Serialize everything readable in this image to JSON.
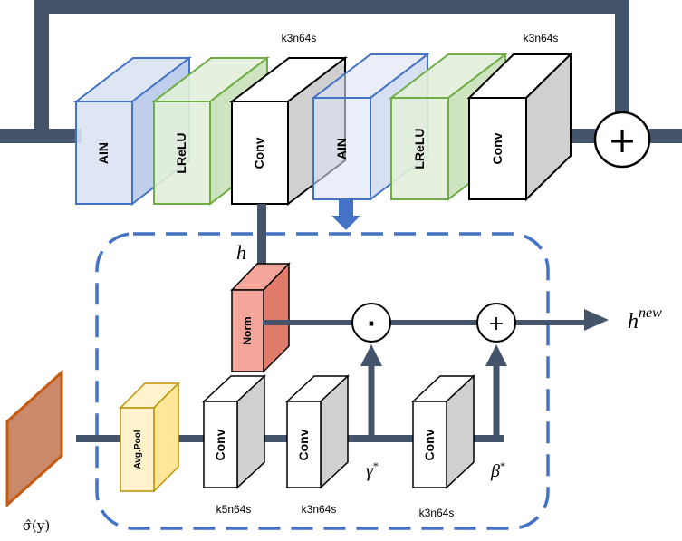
{
  "top_blocks": {
    "ain1": "AIN",
    "lrelu1": "LReLU",
    "conv1": "Conv",
    "ain2": "AIN",
    "lrelu2": "LReLU",
    "conv2": "Conv",
    "conv1_spec": "k3n64s",
    "conv2_spec": "k3n64s"
  },
  "ops": {
    "add_top": "+",
    "mul": "·",
    "add": "+"
  },
  "inner": {
    "h": "h",
    "norm": "Norm",
    "avgpool": "Avg.Pool",
    "conv_a": "Conv",
    "conv_b": "Conv",
    "conv_c": "Conv",
    "conv_a_spec": "k5n64s",
    "conv_b_spec": "k3n64s",
    "conv_c_spec": "k3n64s",
    "gamma": "γ",
    "beta": "β",
    "star": "*",
    "h_new": "h",
    "h_new_sup": "new",
    "sigma_label": "σ̂(y)"
  },
  "colors": {
    "line": "#44546a",
    "dash": "#4472c4",
    "ain_fill": "#dae3f3",
    "ain_stroke": "#4472c4",
    "lrelu_fill": "#e2efda",
    "lrelu_stroke": "#70ad47",
    "norm_fill": "#f4a69a",
    "pool_fill": "#fff2cc",
    "pool_stroke": "#bf9000",
    "sigma_fill": "#c9896a",
    "sigma_stroke": "#c55a11"
  }
}
